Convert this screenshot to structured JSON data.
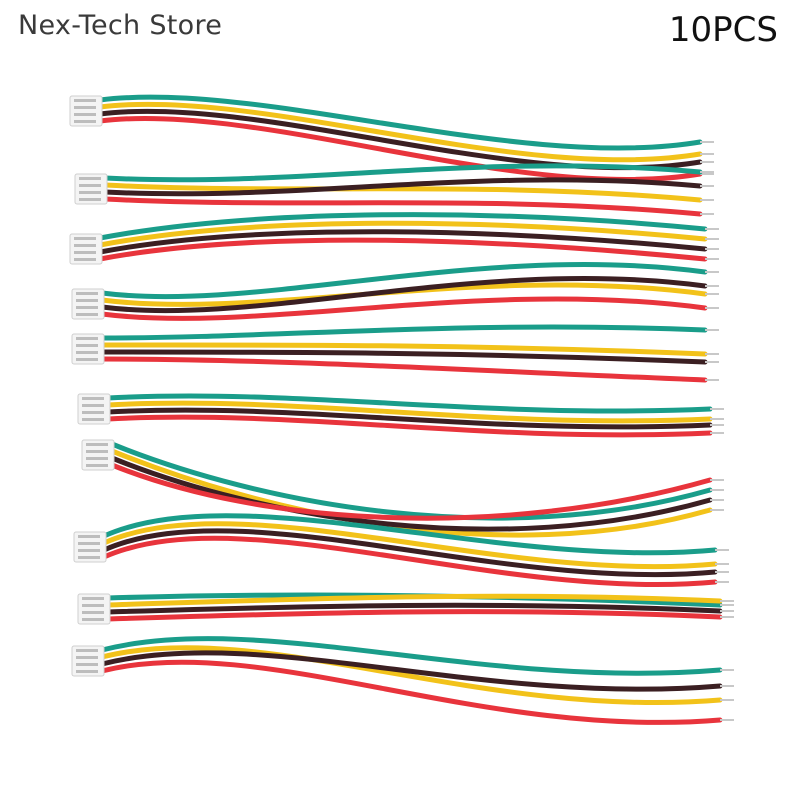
{
  "header": {
    "store_name": "Nex-Tech Store",
    "quantity": "10PCS"
  },
  "product": {
    "cable_count": 10,
    "wire_colors": [
      "#1a9d8a",
      "#f2c21a",
      "#3b1f22",
      "#e8343c"
    ],
    "connector_color": "#f4f4f4",
    "tip_color": "#c8c8c8"
  }
}
